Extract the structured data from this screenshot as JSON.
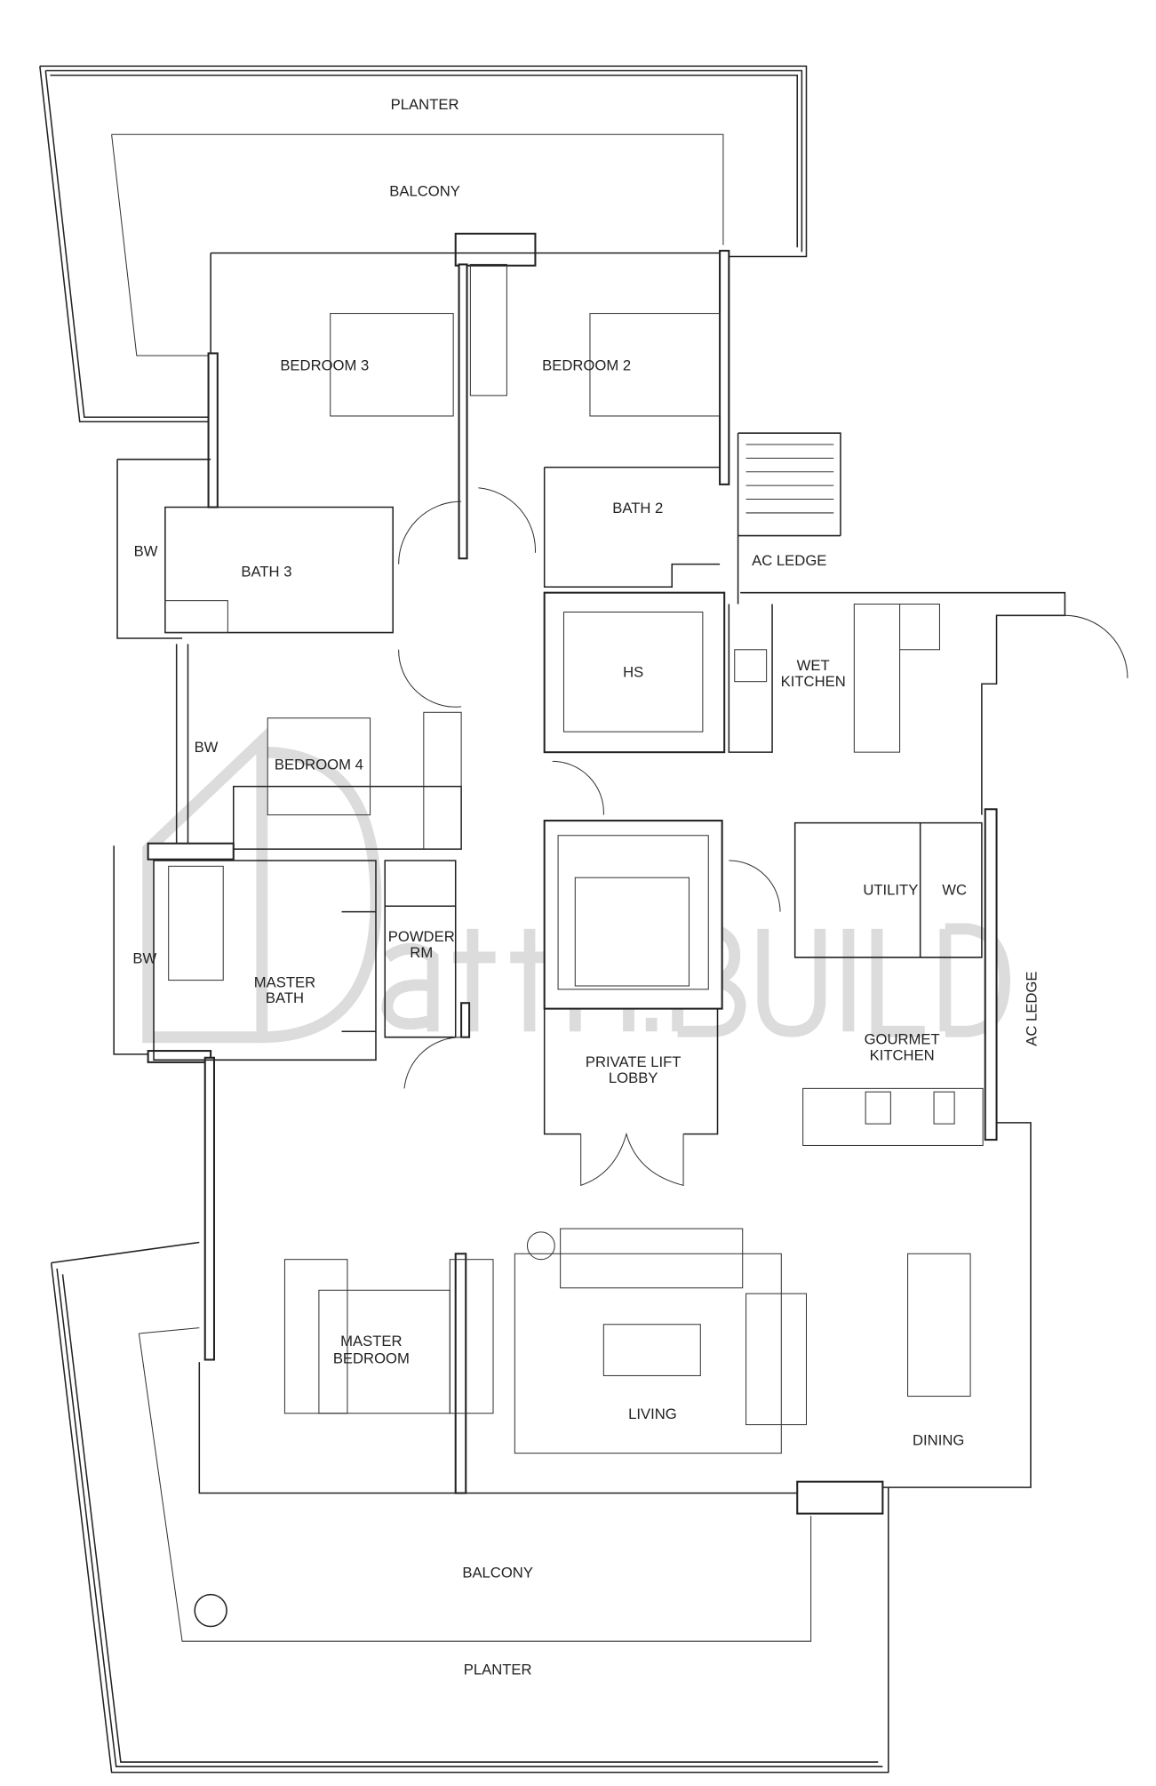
{
  "plan": {
    "rooms": {
      "planter_top": "PLANTER",
      "balcony_top": "BALCONY",
      "bedroom3": "BEDROOM 3",
      "bedroom2": "BEDROOM 2",
      "bath2": "BATH 2",
      "ac_ledge_top": "AC LEDGE",
      "bw1": "BW",
      "bath3": "BATH 3",
      "hs": "HS",
      "wet_kitchen_1": "WET",
      "wet_kitchen_2": "KITCHEN",
      "bw2": "BW",
      "bedroom4": "BEDROOM 4",
      "utility": "UTILITY",
      "wc": "WC",
      "bw3": "BW",
      "powder_1": "POWDER",
      "powder_2": "RM",
      "master_bath_1": "MASTER",
      "master_bath_2": "BATH",
      "ac_ledge_side": "AC LEDGE",
      "gourmet_1": "GOURMET",
      "gourmet_2": "KITCHEN",
      "lift_1": "PRIVATE LIFT",
      "lift_2": "LOBBY",
      "master_bed_1": "MASTER",
      "master_bed_2": "BEDROOM",
      "living": "LIVING",
      "dining": "DINING",
      "balcony_bottom": "BALCONY",
      "planter_bottom": "PLANTER"
    },
    "watermark": "attri.BUILD"
  }
}
